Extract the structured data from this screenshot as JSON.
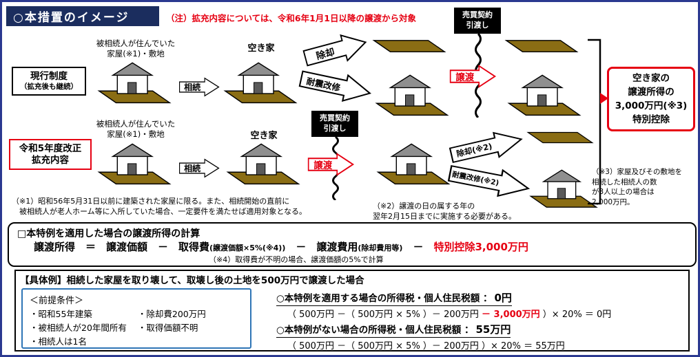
{
  "colors": {
    "accent_red": "#e60012",
    "header_navy": "#1b2d5e",
    "page_border_blue": "#2b3990",
    "land_brown": "#8a6d14",
    "condition_box_blue": "#2e75b6"
  },
  "header": {
    "title": "○本措置のイメージ",
    "note": "（注）拡充内容については、令和6年1月1日以降の譲渡から対象"
  },
  "diagram": {
    "row_current": {
      "label_line1": "現行制度",
      "label_line2": "（拡充後も継続）",
      "house_caption": "被相続人が住んでいた\n家屋(※1)・敷地",
      "inherit_label": "相続",
      "vacant_label": "空き家",
      "demolish_label": "除却",
      "retrofit_label": "耐震改修",
      "contract_label": "売買契約\n引渡し",
      "transfer_label": "譲渡"
    },
    "row_expanded": {
      "label_line1": "令和5年度改正",
      "label_line2": "拡充内容",
      "house_caption": "被相続人が住んでいた\n家屋(※1)・敷地",
      "inherit_label": "相続",
      "vacant_label": "空き家",
      "contract_label": "売買契約\n引渡し",
      "transfer_label": "譲渡",
      "demolish_label": "除却(※2)",
      "retrofit_label": "耐震改修(※2)"
    },
    "special_deduction_box": "空き家の\n譲渡所得の\n3,000万円(※3)\n特別控除",
    "note_1": "（※1）昭和56年5月31日以前に建築された家屋に限る。また、相続開始の直前に\n　被相続人が老人ホーム等に入所していた場合、一定要件を満たせば適用対象となる。",
    "note_2": "（※2）譲渡の日の属する年の\n翌年2月15日までに実施する必要がある。",
    "note_3": "（※3）家屋及びその敷地を\n相続した相続人の数\nが3人以上の場合は\n2,000万円。"
  },
  "calculation": {
    "title": "□本特例を適用した場合の譲渡所得の計算",
    "formula_part1": "譲渡所得　＝　譲渡価額　－　取得費",
    "formula_small1": "(譲渡価額×5%(※4))",
    "formula_part2": "　－　譲渡費用",
    "formula_small2": "(除却費用等)",
    "formula_minus": "　－　",
    "formula_red": "特別控除3,000万円",
    "note_4": "（※4）取得費が不明の場合、譲渡価額の5%で計算"
  },
  "example": {
    "title": "【具体例】相続した家屋を取り壊して、取壊し後の土地を500万円で譲渡した場合",
    "conditions": {
      "title": "＜前提条件＞",
      "col1": [
        "・昭和55年建築",
        "・被相続人が20年間所有",
        "・相続人は1名"
      ],
      "col2": [
        "・除却費200万円",
        "・取得価額不明"
      ]
    },
    "case_with_special": {
      "label": "○本特例を適用する場合の所得税・個人住民税額 ：",
      "value": "0円",
      "calc_part1": "（ 500万円 －（ 500万円 × 5% ）－ 200万円 ",
      "calc_red": "－ 3,000万円",
      "calc_part2": " ）× 20% ＝ 0円"
    },
    "case_without_special": {
      "label": "○本特例がない場合の所得税・個人住民税額 ：",
      "value": "55万円",
      "calc": "（ 500万円 －（ 500万円 × 5% ）－ 200万円 ）× 20% ＝ 55万円"
    }
  }
}
